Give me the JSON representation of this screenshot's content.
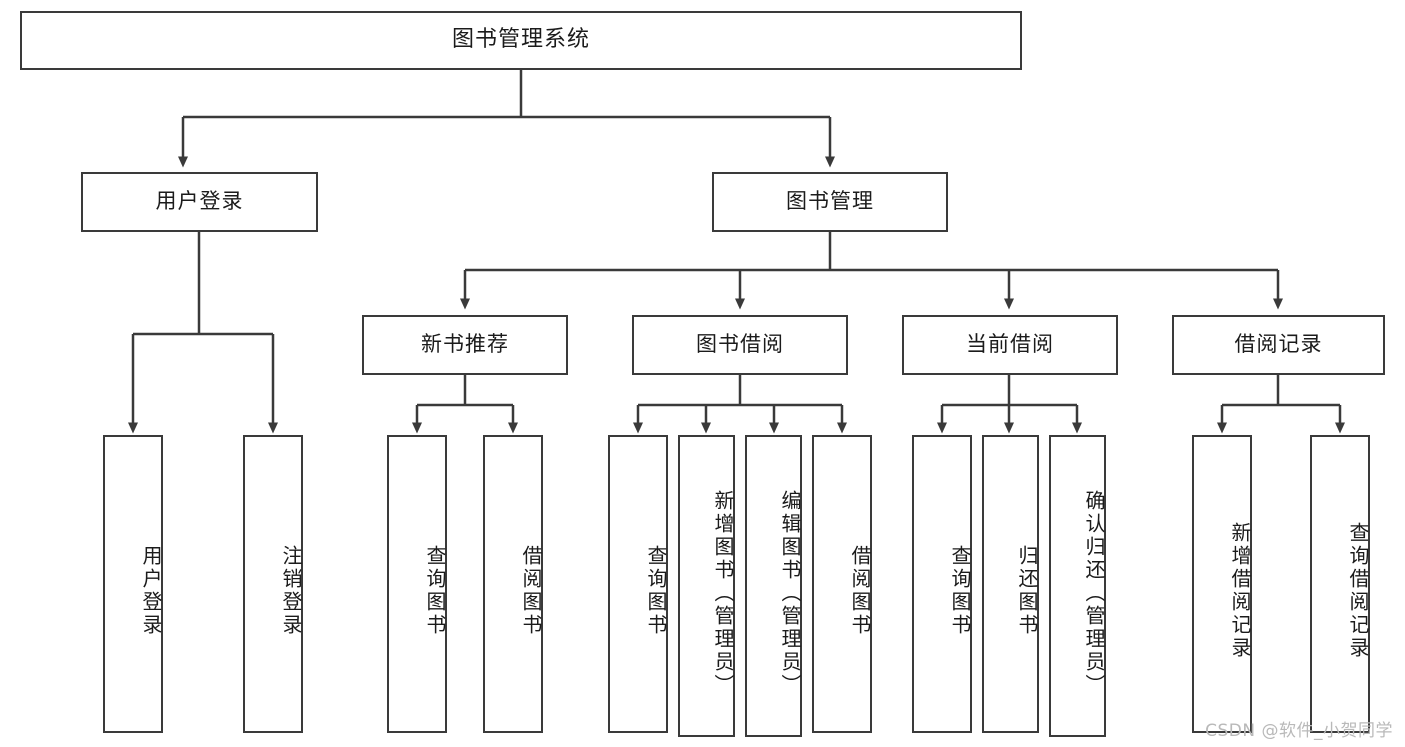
{
  "diagram": {
    "title": "图书管理系统",
    "type": "tree-hierarchy-chart",
    "root": {
      "id": "root",
      "label": "图书管理系统"
    },
    "level2": [
      {
        "id": "user-login",
        "label": "用户登录"
      },
      {
        "id": "book-manage",
        "label": "图书管理"
      }
    ],
    "level3": [
      {
        "id": "new-book-recommend",
        "label": "新书推荐",
        "parent": "book-manage"
      },
      {
        "id": "book-borrow",
        "label": "图书借阅",
        "parent": "book-manage"
      },
      {
        "id": "current-borrow",
        "label": "当前借阅",
        "parent": "book-manage"
      },
      {
        "id": "borrow-record",
        "label": "借阅记录",
        "parent": "book-manage"
      }
    ],
    "leaves": [
      {
        "id": "leaf-user-login",
        "label": "用户登录",
        "parent": "user-login"
      },
      {
        "id": "leaf-user-logout",
        "label": "注销登录",
        "parent": "user-login"
      },
      {
        "id": "leaf-query-book-1",
        "label": "查询图书",
        "parent": "new-book-recommend"
      },
      {
        "id": "leaf-borrow-book-1",
        "label": "借阅图书",
        "parent": "new-book-recommend"
      },
      {
        "id": "leaf-query-book-2",
        "label": "查询图书",
        "parent": "book-borrow"
      },
      {
        "id": "leaf-add-book",
        "label": "新增图书（管理员）",
        "parent": "book-borrow"
      },
      {
        "id": "leaf-edit-book",
        "label": "编辑图书（管理员）",
        "parent": "book-borrow"
      },
      {
        "id": "leaf-borrow-book-2",
        "label": "借阅图书",
        "parent": "book-borrow"
      },
      {
        "id": "leaf-query-book-3",
        "label": "查询图书",
        "parent": "current-borrow"
      },
      {
        "id": "leaf-return-book",
        "label": "归还图书",
        "parent": "current-borrow"
      },
      {
        "id": "leaf-confirm-return",
        "label": "确认归还（管理员）",
        "parent": "current-borrow"
      },
      {
        "id": "leaf-add-record",
        "label": "新增借阅记录",
        "parent": "borrow-record"
      },
      {
        "id": "leaf-query-record",
        "label": "查询借阅记录",
        "parent": "borrow-record"
      }
    ],
    "watermark": "CSDN @软件_小贺同学",
    "colors": {
      "stroke": "#3a3a3a",
      "background": "#ffffff",
      "text": "#1b1b1b",
      "watermark": "#b9b9b9"
    }
  }
}
